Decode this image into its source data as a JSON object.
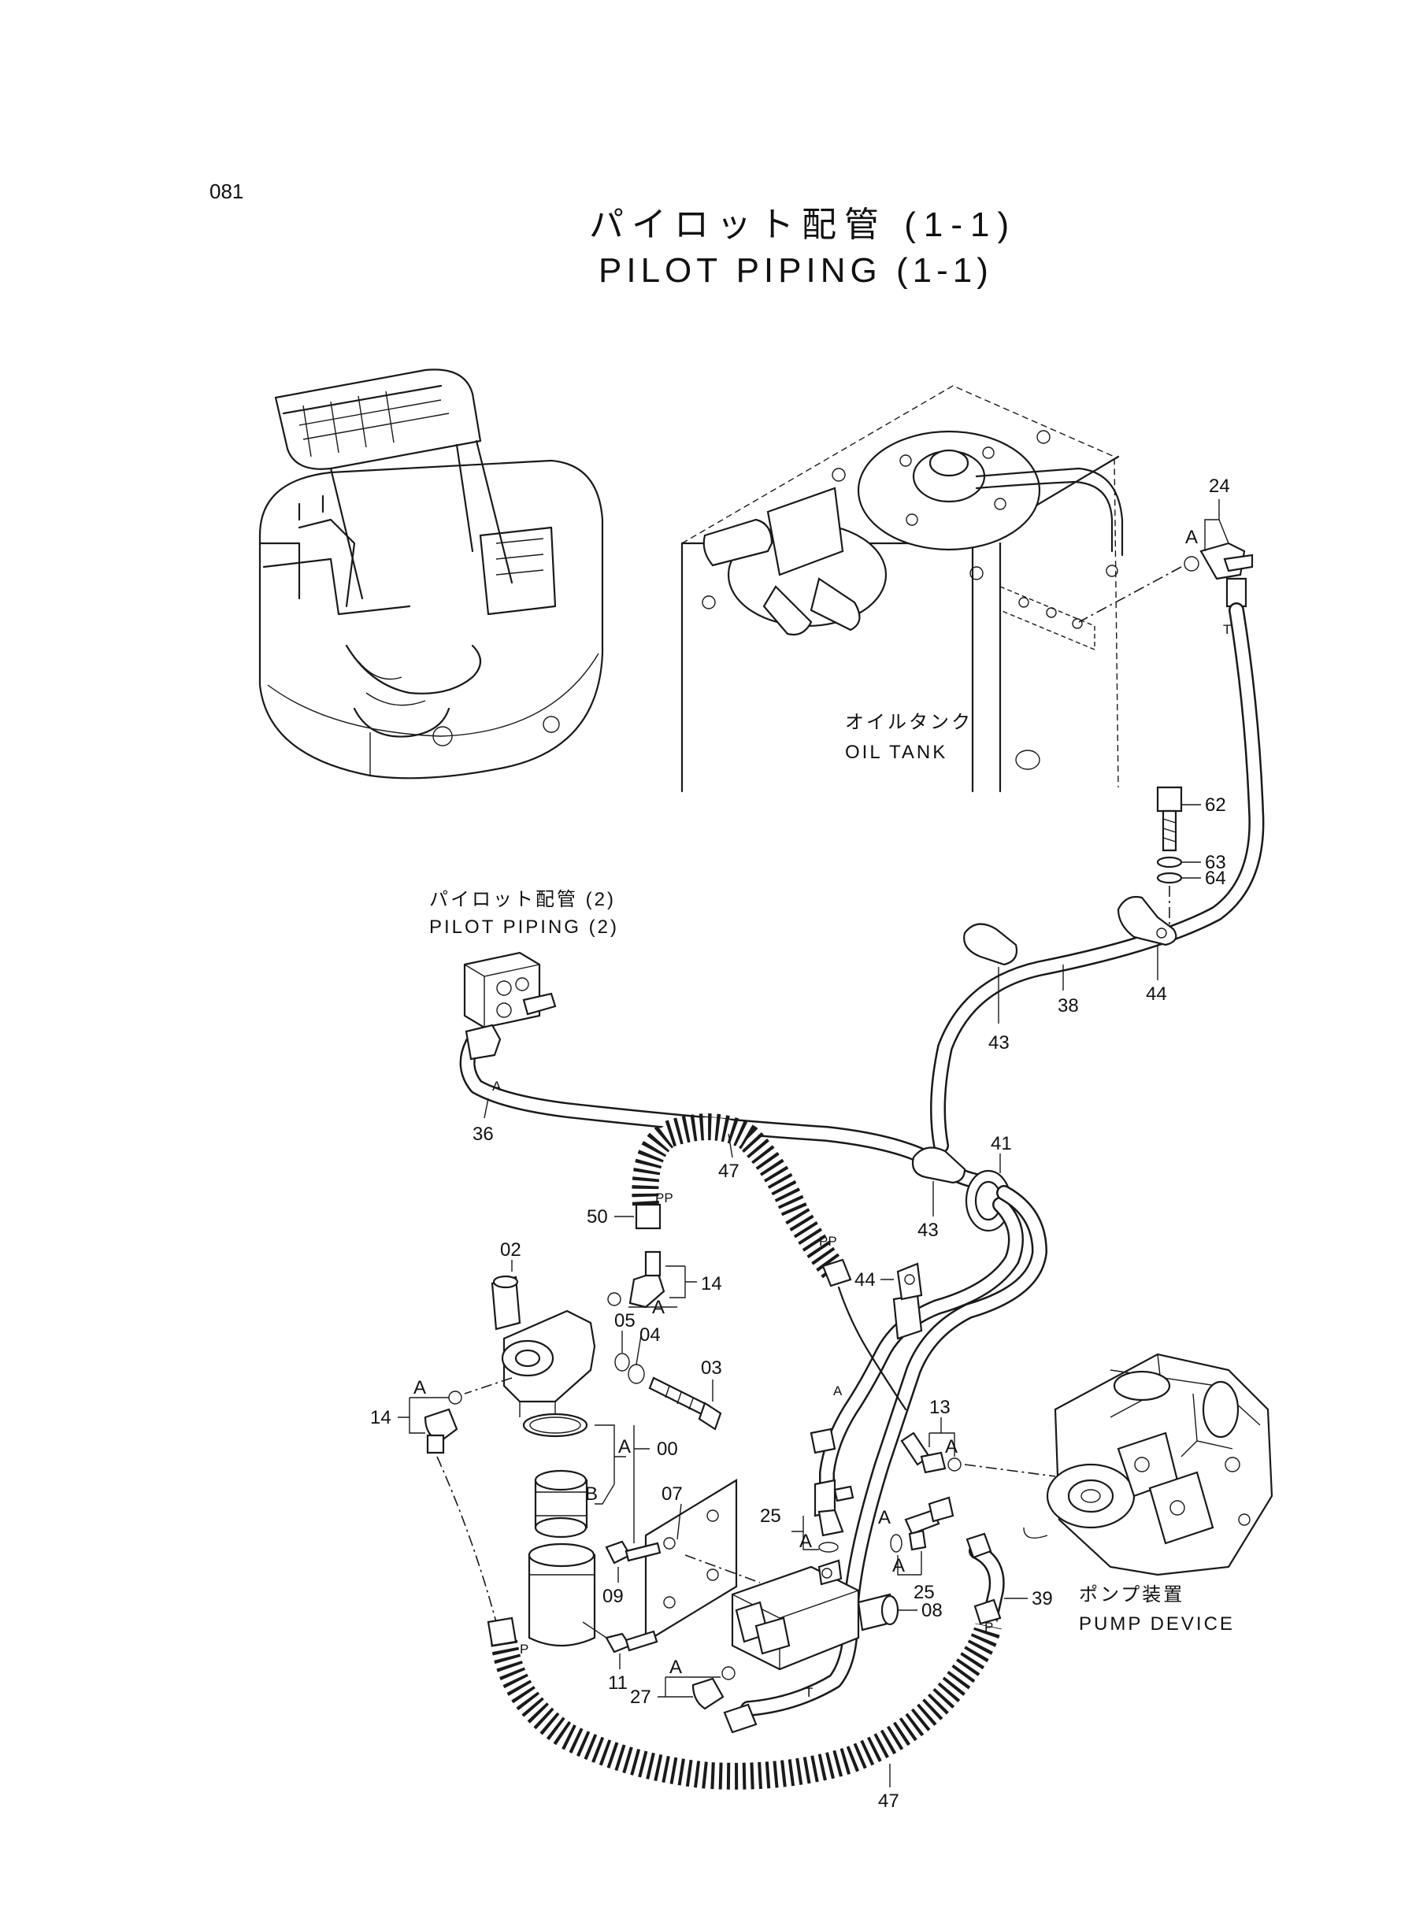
{
  "sheet_number": "081",
  "title_jp": "パイロット配管 (1-1)",
  "title_en": "PILOT PIPING (1-1)",
  "labels": {
    "oil_tank_jp": "オイルタンク",
    "oil_tank_en": "OIL TANK",
    "pilot2_jp": "パイロット配管 (2)",
    "pilot2_en": "PILOT PIPING (2)",
    "pump_jp": "ポンプ装置",
    "pump_en": "PUMP DEVICE"
  },
  "callouts": {
    "p24": "24",
    "p62": "62",
    "p63": "63",
    "p64": "64",
    "p38": "38",
    "p44a": "44",
    "p43a": "43",
    "p43b": "43",
    "p41": "41",
    "p36": "36",
    "p47a": "47",
    "p50": "50",
    "p14a": "14",
    "p02": "02",
    "p05": "05",
    "p04": "04",
    "p03": "03",
    "p44b": "44",
    "p14b": "14",
    "p00": "00",
    "p13": "13",
    "p07": "07",
    "p25a": "25",
    "p25b": "25",
    "p09": "09",
    "p39": "39",
    "p08": "08",
    "p11": "11",
    "p27": "27",
    "p47b": "47"
  },
  "bracket_letters": {
    "a1": "A",
    "a2": "A",
    "a3": "A",
    "a4": "A",
    "a5": "A",
    "a6": "A",
    "a7": "A",
    "a8": "A",
    "a9": "A",
    "b1": "B"
  },
  "hose_marks": {
    "t1": "T",
    "t2": "T",
    "a_h1": "A",
    "a_h2": "A",
    "pp1": "PP",
    "pp2": "PP",
    "p1": "P",
    "p2": "P"
  }
}
